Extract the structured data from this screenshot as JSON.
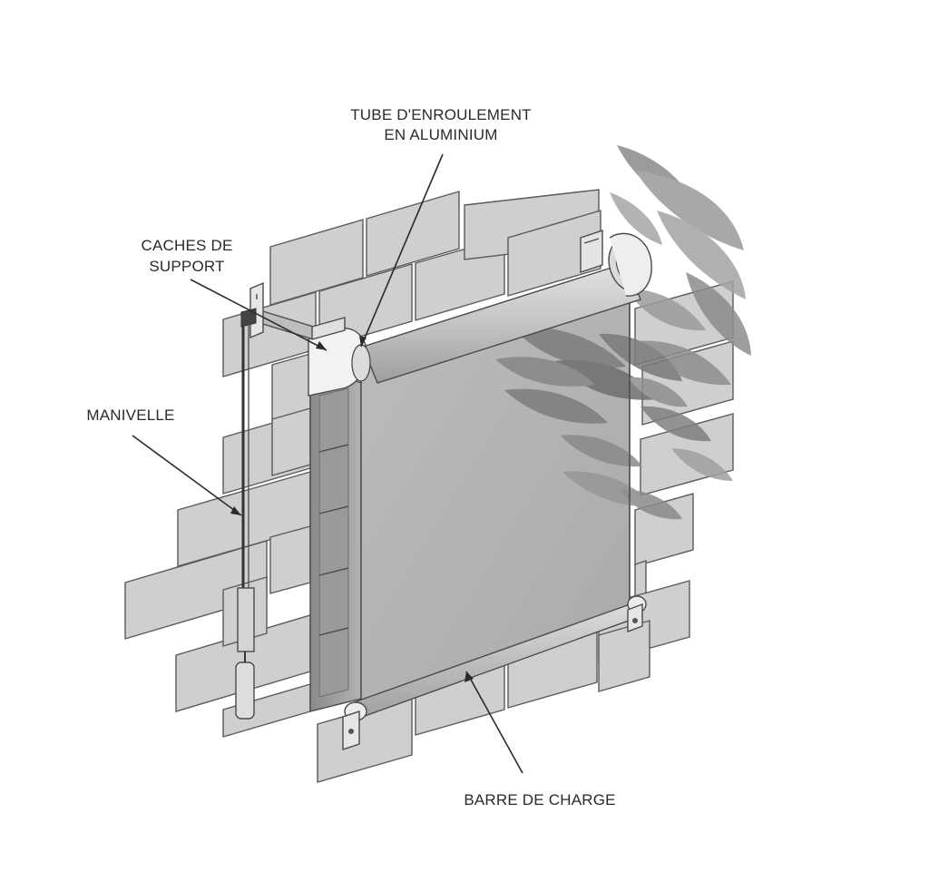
{
  "labels": {
    "tube": [
      "TUBE D'ENROULEMENT",
      "EN ALUMINIUM"
    ],
    "caches": [
      "CACHES DE",
      "SUPPORT"
    ],
    "manivelle": "MANIVELLE",
    "barre": "BARRE DE CHARGE"
  },
  "colors": {
    "brick": "#cfcfcf",
    "brick_stroke": "#5a5a5a",
    "fabric": "#b4b4b4",
    "roller": "#c4c4c4",
    "cassette": "#e6e6e6",
    "leaf_dark": "#7a7a7a",
    "leaf_light": "#a8a8a8",
    "text": "#2a2a2a"
  },
  "icons": [
    "wall-bricks-icon",
    "leaves-icon",
    "roller-blind-icon",
    "crank-handle-icon",
    "bracket-icon"
  ]
}
